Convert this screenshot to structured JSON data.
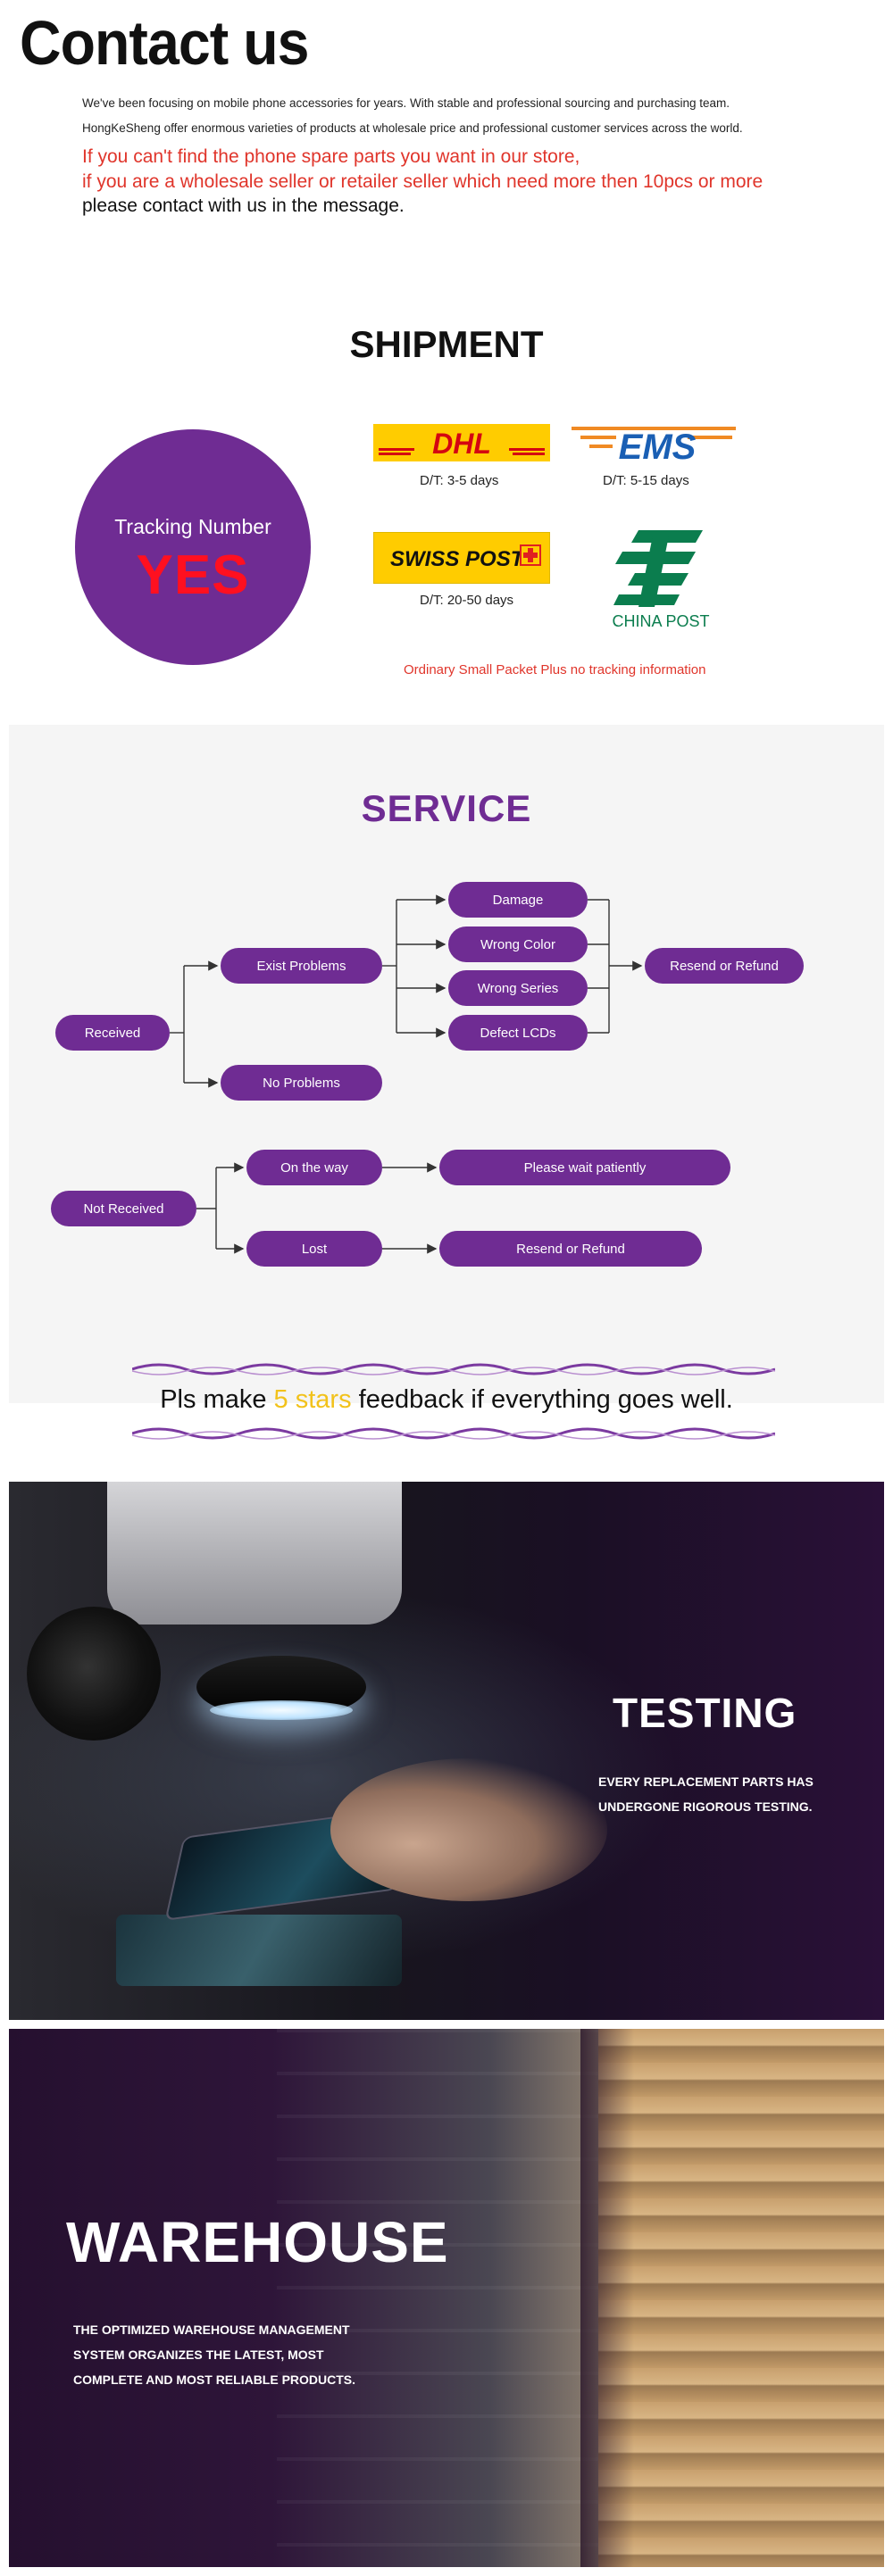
{
  "contact": {
    "title": "Contact us",
    "line1": "We've been focusing on mobile phone accessories for years. With stable and professional sourcing and purchasing team.",
    "line2": "HongKeSheng offer enormous varieties of products at wholesale price and professional customer services across the world.",
    "red1": "If you can't find the phone spare parts you want in our store,",
    "red2": "if you are a wholesale seller or retailer seller which need more then 10pcs or more",
    "line3": "please contact with us in the message."
  },
  "shipment": {
    "title": "SHIPMENT",
    "tracking_label": "Tracking Number",
    "tracking_value": "YES",
    "carriers": [
      {
        "name": "DHL",
        "days": "D/T: 3-5 days"
      },
      {
        "name": "EMS",
        "days": "D/T: 5-15 days"
      },
      {
        "name": "SWISS POST",
        "days": "D/T: 20-50 days"
      },
      {
        "name": "CHINA POST",
        "days": ""
      }
    ],
    "note": "Ordinary Small Packet Plus no tracking information",
    "colors": {
      "circle": "#6f2c93",
      "tracking_value": "#ff1020",
      "note": "#e0352b"
    }
  },
  "service": {
    "title": "SERVICE",
    "received": "Received",
    "exist_problems": "Exist Problems",
    "no_problems": "No Problems",
    "problems": [
      "Damage",
      "Wrong Color",
      "Wrong Series",
      "Defect LCDs"
    ],
    "resend_refund": "Resend or Refund",
    "not_received": "Not Received",
    "on_the_way": "On the way",
    "wait": "Please wait patiently",
    "lost": "Lost",
    "lost_resend_refund": "Resend or Refund",
    "colors": {
      "pill": "#6f2c93",
      "background": "#f5f5f5"
    }
  },
  "feedback": {
    "before": "Pls make ",
    "stars": "5 stars",
    "after": " feedback if everything goes well.",
    "stars_color": "#f2c21b"
  },
  "testing": {
    "title": "TESTING",
    "subtitle_line1": "EVERY REPLACEMENT PARTS HAS",
    "subtitle_line2": "UNDERGONE RIGOROUS TESTING."
  },
  "warehouse": {
    "title": "WAREHOUSE",
    "subtitle_line1": "THE OPTIMIZED WAREHOUSE MANAGEMENT",
    "subtitle_line2": "SYSTEM ORGANIZES THE LATEST, MOST",
    "subtitle_line3": "COMPLETE AND MOST RELIABLE PRODUCTS."
  }
}
